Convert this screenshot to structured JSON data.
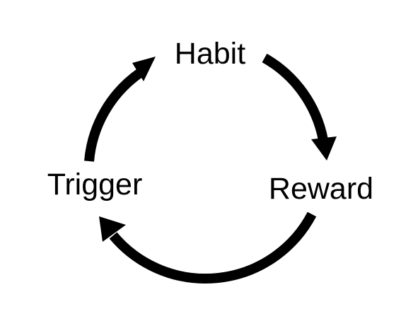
{
  "diagram": {
    "type": "cycle",
    "nodes": [
      {
        "id": "habit",
        "label": "Habit"
      },
      {
        "id": "reward",
        "label": "Reward"
      },
      {
        "id": "trigger",
        "label": "Trigger"
      }
    ],
    "edges": [
      {
        "from": "habit",
        "to": "reward"
      },
      {
        "from": "reward",
        "to": "trigger"
      },
      {
        "from": "trigger",
        "to": "habit"
      }
    ],
    "colors": {
      "background": "#ffffff",
      "stroke": "#000000",
      "text": "#000000"
    }
  }
}
